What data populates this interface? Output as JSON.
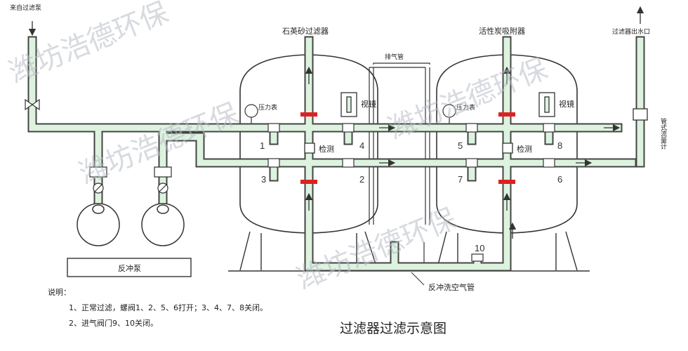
{
  "labels": {
    "inlet_pump": "来自过滤泵",
    "quartz_filter": "石英砂过滤器",
    "carbon_filter": "活性炭吸附器",
    "outlet": "过滤器出水口",
    "vent_pipe": "排气管",
    "sight_glass_a": "视镜",
    "sight_glass_b": "视镜",
    "manhole_a": "检测",
    "manhole_b": "检测",
    "flowmeter": "管式流量计",
    "backwash_pump": "反冲泵",
    "backwash_air": "反冲洗空气管",
    "gauge_a": "压力表",
    "gauge_b": "压力表"
  },
  "valves": [
    "1",
    "2",
    "3",
    "4",
    "5",
    "6",
    "7",
    "8",
    "10"
  ],
  "notes": {
    "heading": "说明：",
    "line1": "1、正常过滤，螺阀1、2、5、6打开；3、4、7、8关闭。",
    "line2": "2、进气阀门9、10关闭。"
  },
  "title": "过滤器过滤示意图",
  "watermark": "潍坊浩德环保",
  "colors": {
    "pipe_fill": "#ddf3e0",
    "pipe_stroke": "#444444",
    "red_mark": "#e02020",
    "line": "#333333"
  }
}
